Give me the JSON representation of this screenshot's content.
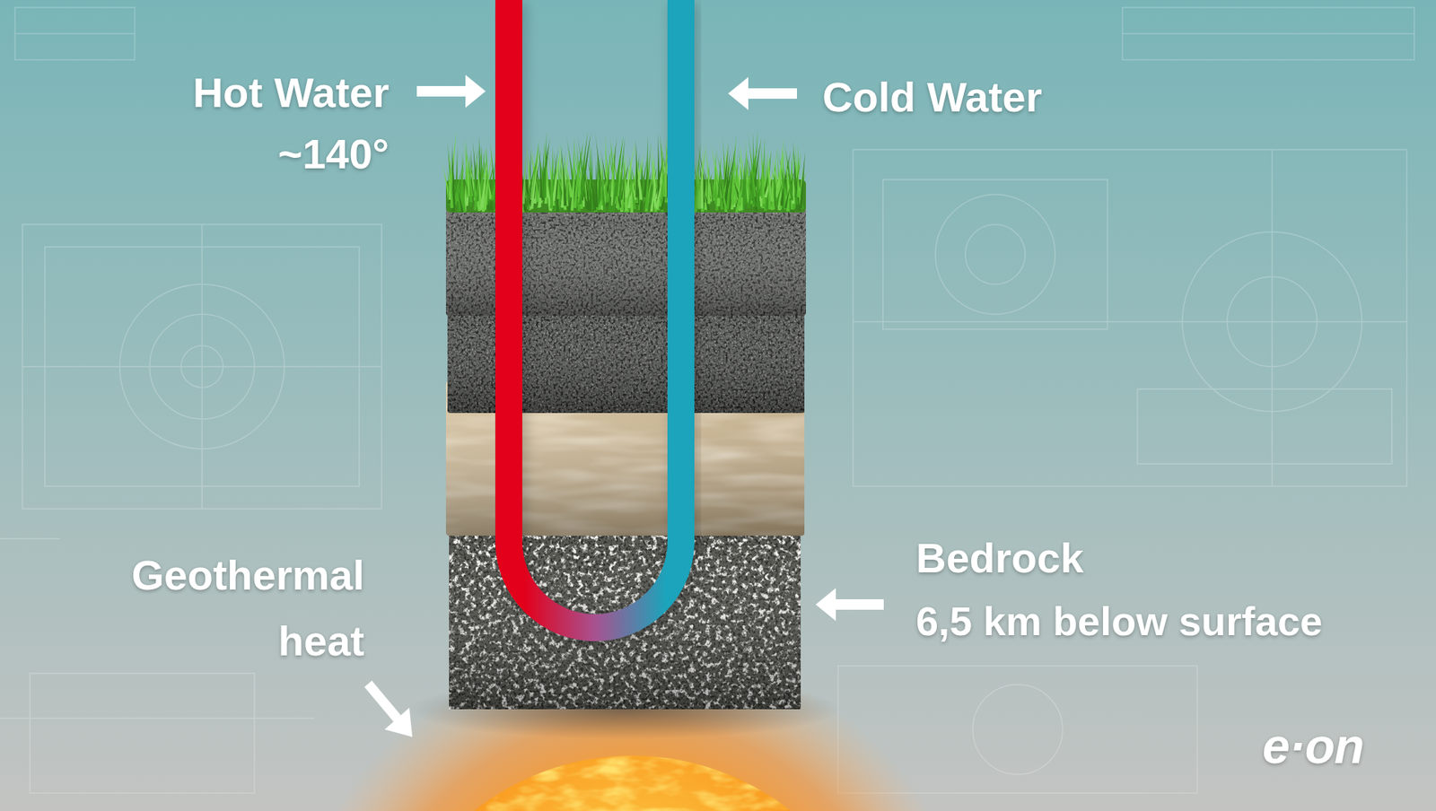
{
  "diagram": {
    "labels": [
      "Hot Water",
      "~140°",
      "Cold Water",
      "Geothermal heat",
      "Bedrock",
      "6,5 km below surface",
      "e·on"
    ]
  }
}
